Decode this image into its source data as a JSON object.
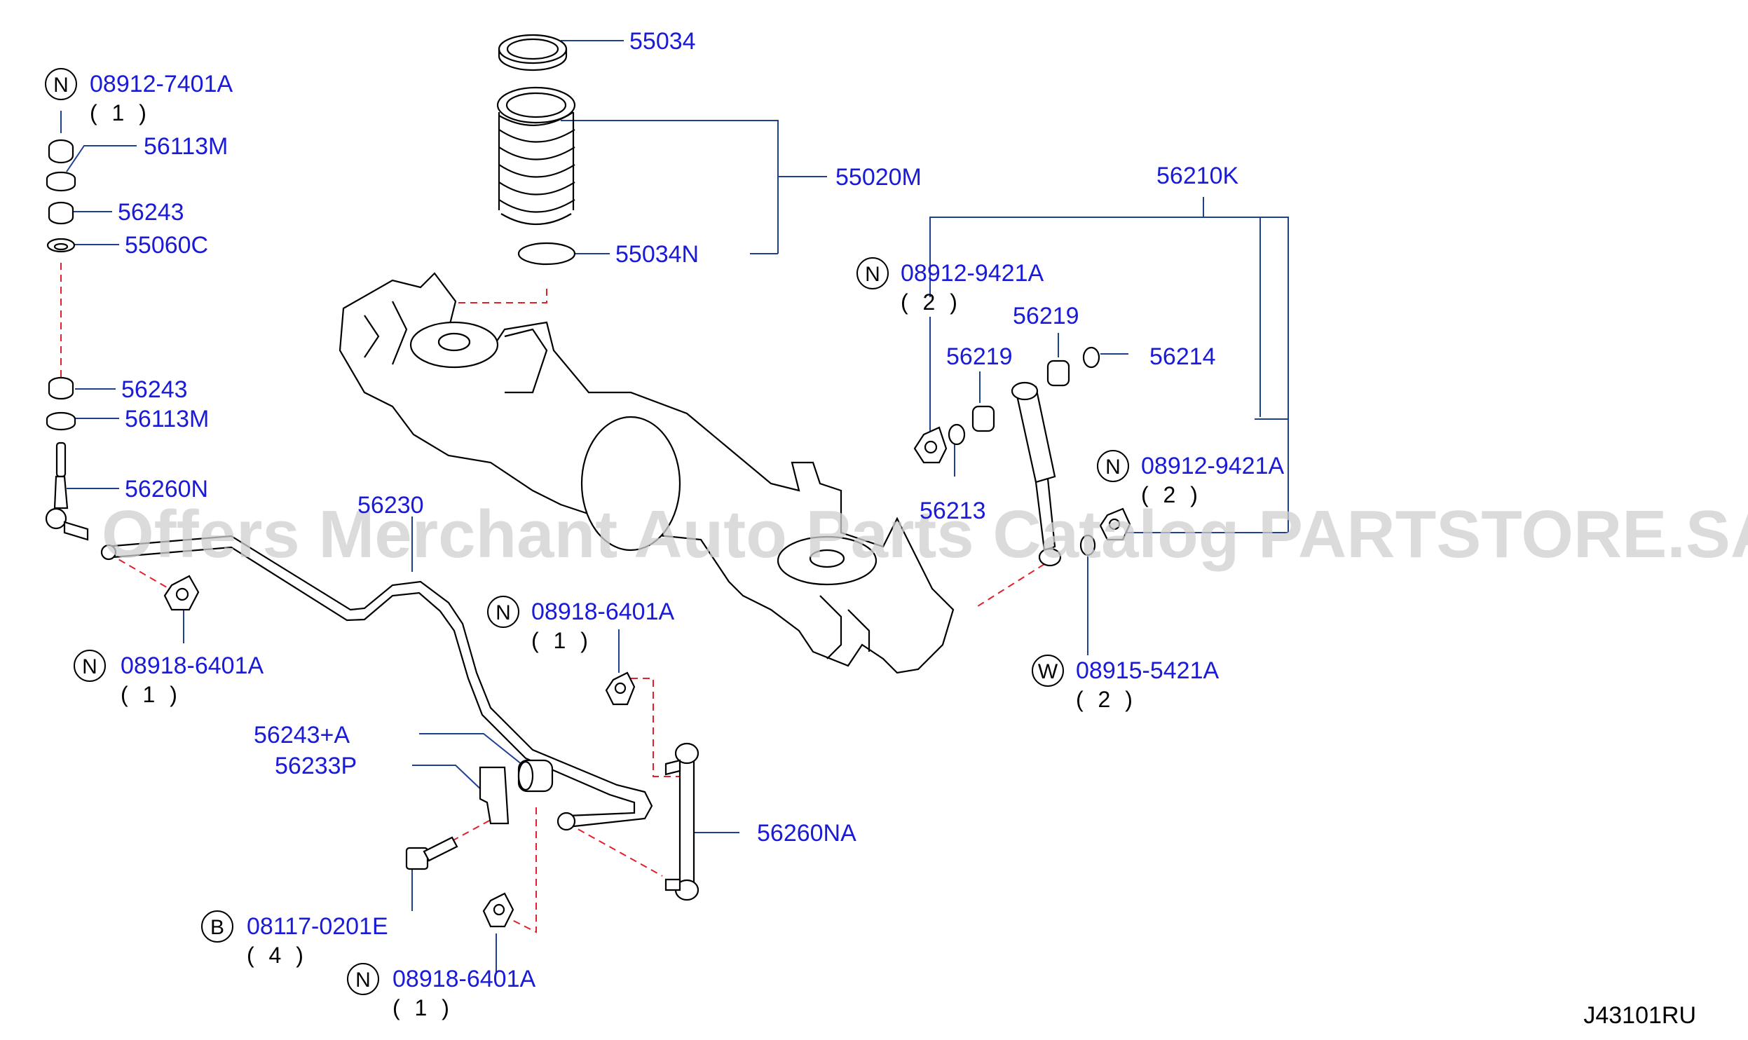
{
  "diagram_code": "J43101RU",
  "watermark": "Offers Merchant Auto Parts Catalog PARTSTORE.SA",
  "callouts": [
    {
      "id": "c1",
      "symbol": "N",
      "part": "08912-7401A",
      "qty": "( 1 )"
    },
    {
      "id": "c2",
      "symbol": "N",
      "part": "08912-9421A",
      "qty": "( 2 )"
    },
    {
      "id": "c3",
      "symbol": "N",
      "part": "08912-9421A",
      "qty": "( 2 )"
    },
    {
      "id": "c4",
      "symbol": "N",
      "part": "08918-6401A",
      "qty": "( 1 )"
    },
    {
      "id": "c5",
      "symbol": "N",
      "part": "08918-6401A",
      "qty": "( 1 )"
    },
    {
      "id": "c6",
      "symbol": "W",
      "part": "08915-5421A",
      "qty": "( 2 )"
    },
    {
      "id": "c7",
      "symbol": "B",
      "part": "08117-0201E",
      "qty": "( 4 )"
    },
    {
      "id": "c8",
      "symbol": "N",
      "part": "08918-6401A",
      "qty": "( 1 )"
    }
  ],
  "labels": {
    "p55034": "55034",
    "p55020M": "55020M",
    "p55034N": "55034N",
    "p56113M_a": "56113M",
    "p56243_a": "56243",
    "p55060C": "55060C",
    "p56243_b": "56243",
    "p56113M_b": "56113M",
    "p56260N": "56260N",
    "p56230": "56230",
    "p56210K": "56210K",
    "p56219_a": "56219",
    "p56219_b": "56219",
    "p56214": "56214",
    "p56213": "56213",
    "p56243A": "56243+A",
    "p56233P": "56233P",
    "p56260NA": "56260NA"
  }
}
